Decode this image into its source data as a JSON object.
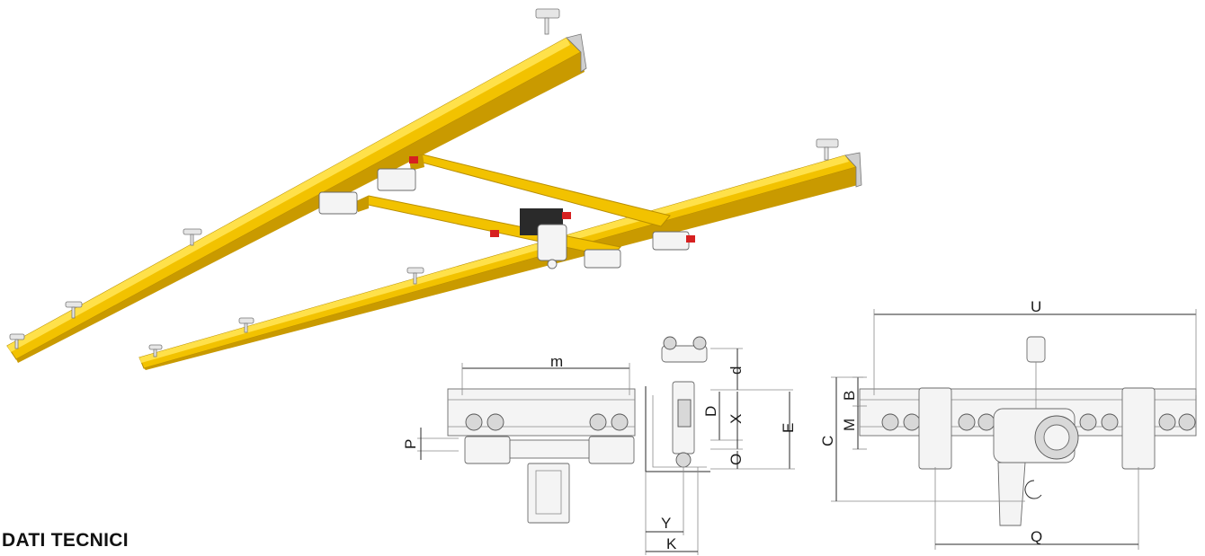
{
  "section_title": "DATI TECNICI",
  "dimensions": {
    "m": "m",
    "P": "P",
    "d": "d",
    "D": "D",
    "X": "X",
    "E": "E",
    "O": "O",
    "Y": "Y",
    "K": "K",
    "U": "U",
    "B": "B",
    "M": "M",
    "C": "C",
    "Q": "Q"
  },
  "colors": {
    "beam_yellow": "#f2c200",
    "beam_shadow": "#c99a00",
    "beam_highlight": "#ffe14a",
    "clamp_red": "#d62020",
    "hoist_black": "#2a2a2a"
  }
}
